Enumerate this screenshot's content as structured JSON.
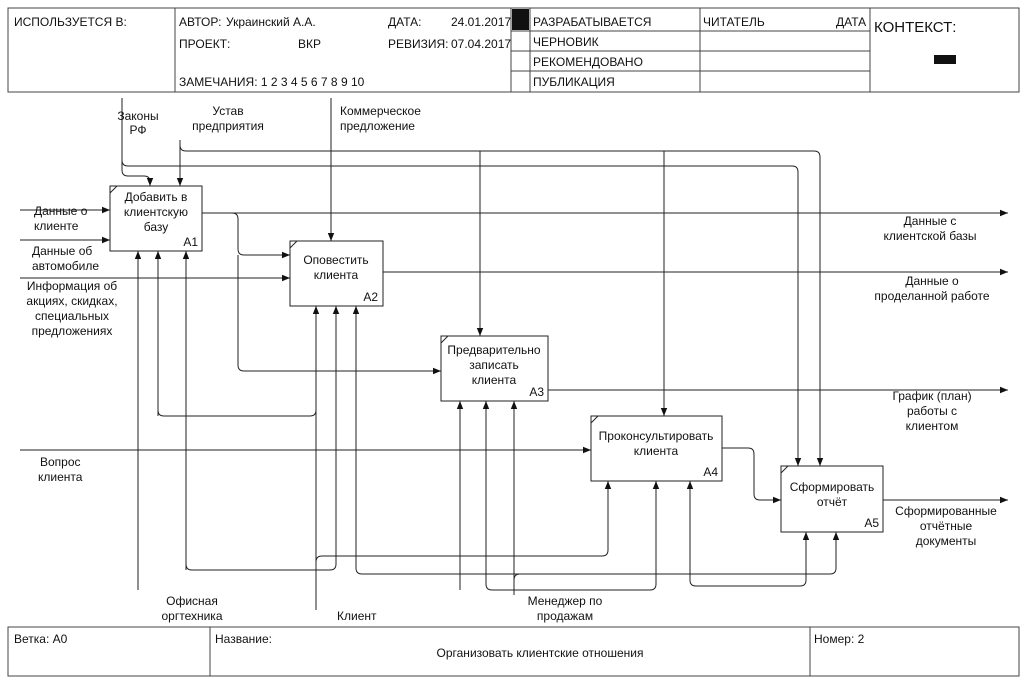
{
  "header": {
    "used_in": "ИСПОЛЬЗУЕТСЯ В:",
    "author_label": "АВТОР:",
    "author": "Украинский А.А.",
    "project_label": "ПРОЕКТ:",
    "project": "ВКР",
    "date_label": "ДАТА:",
    "date": "24.01.2017",
    "revision_label": "РЕВИЗИЯ:",
    "revision": "07.04.2017",
    "notes": "ЗАМЕЧАНИЯ: 1 2 3 4 5 6 7 8 9 10",
    "status_dev": "РАЗРАБАТЫВАЕТСЯ",
    "status_draft": "ЧЕРНОВИК",
    "status_recommended": "РЕКОМЕНДОВАНО",
    "status_publication": "ПУБЛИКАЦИЯ",
    "reader": "ЧИТАТЕЛЬ",
    "reader_date": "ДАТА",
    "context": "КОНТЕКСТ:"
  },
  "footer": {
    "node": "Ветка: А0",
    "title_label": "Название:",
    "title": "Организовать клиентские отношения",
    "number": "Номер: 2"
  },
  "boxes": {
    "a1": {
      "lines": [
        "Добавить в",
        "клиентскую",
        "базу"
      ],
      "code": "A1"
    },
    "a2": {
      "lines": [
        "Оповестить",
        "клиента"
      ],
      "code": "A2"
    },
    "a3": {
      "lines": [
        "Предварительно",
        "записать",
        "клиента"
      ],
      "code": "A3"
    },
    "a4": {
      "lines": [
        "Проконсультировать",
        "клиента"
      ],
      "code": "A4"
    },
    "a5": {
      "lines": [
        "Сформировать",
        "отчёт"
      ],
      "code": "A5"
    }
  },
  "labels": {
    "laws": [
      "Законы",
      "РФ"
    ],
    "charter": [
      "Устав",
      "предприятия"
    ],
    "offer": [
      "Коммерческое",
      "предложение"
    ],
    "client_data": [
      "Данные о",
      "клиенте"
    ],
    "car_data": [
      "Данные об",
      "автомобиле"
    ],
    "promo": [
      "Информация об",
      "акциях, скидках,",
      "специальных",
      "предложениях"
    ],
    "question": [
      "Вопрос",
      "клиента"
    ],
    "db_data": [
      "Данные с",
      "клиентской базы"
    ],
    "work_data": [
      "Данные о",
      "проделанной работе"
    ],
    "schedule": [
      "График (план)",
      "работы с",
      "клиентом"
    ],
    "documents": [
      "Сформированные",
      "отчётные",
      "документы"
    ],
    "office": [
      "Офисная",
      "оргтехника"
    ],
    "client": [
      "Клиент"
    ],
    "manager": [
      "Менеджер по",
      "продажам"
    ]
  }
}
